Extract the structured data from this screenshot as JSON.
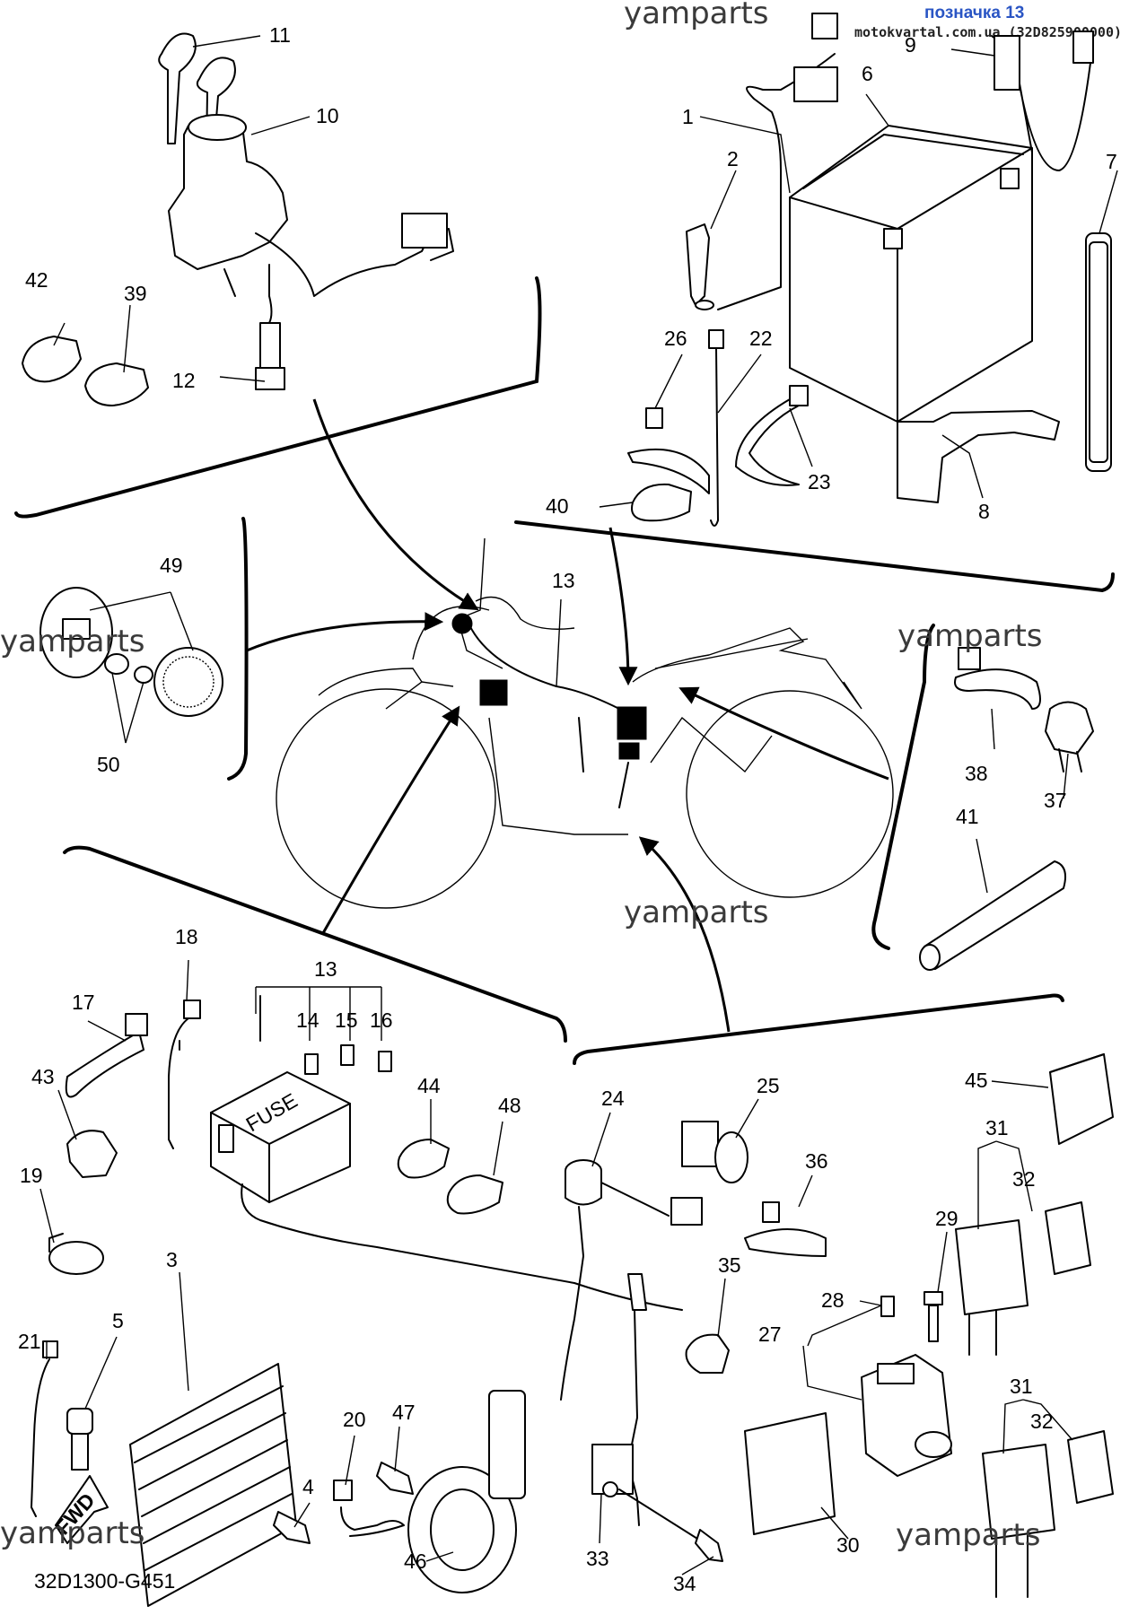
{
  "header": {
    "label": "позначка 13",
    "source": "motokvartal.com.ua (32D825900000)"
  },
  "watermark": "yamparts",
  "code": "32D1300-G451",
  "fwd": "FWD",
  "fuse": "FUSE",
  "callouts": [
    "1",
    "2",
    "3",
    "4",
    "5",
    "6",
    "7",
    "8",
    "9",
    "10",
    "11",
    "12",
    "13",
    "14",
    "15",
    "16",
    "17",
    "18",
    "19",
    "20",
    "21",
    "22",
    "23",
    "24",
    "25",
    "26",
    "27",
    "28",
    "29",
    "30",
    "31",
    "32",
    "33",
    "34",
    "35",
    "36",
    "37",
    "38",
    "39",
    "40",
    "41",
    "42",
    "43",
    "44",
    "45",
    "46",
    "47",
    "48",
    "49",
    "50"
  ]
}
